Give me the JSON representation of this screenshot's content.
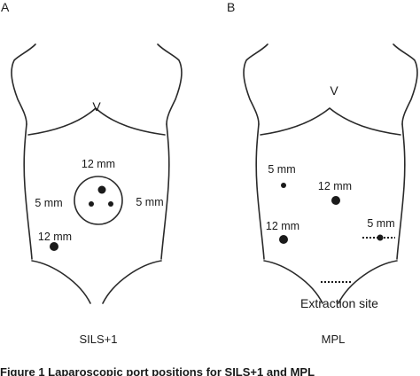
{
  "panel_a": {
    "letter": "A",
    "caption": "SILS+1",
    "apex_mark": "V",
    "labels": {
      "umbilical_12mm": "12 mm",
      "umbilical_left_5mm": "5 mm",
      "umbilical_right_5mm": "5 mm",
      "lower_left_12mm": "12 mm"
    }
  },
  "panel_b": {
    "letter": "B",
    "caption": "MPL",
    "apex_mark": "V",
    "labels": {
      "upper_left_5mm": "5 mm",
      "center_12mm": "12 mm",
      "lower_left_12mm": "12 mm",
      "lower_right_5mm": "5 mm",
      "extraction": "Extraction site"
    }
  },
  "caption_fragment": "Figure 1 Laparoscopic port positions for SILS+1 and MPL"
}
